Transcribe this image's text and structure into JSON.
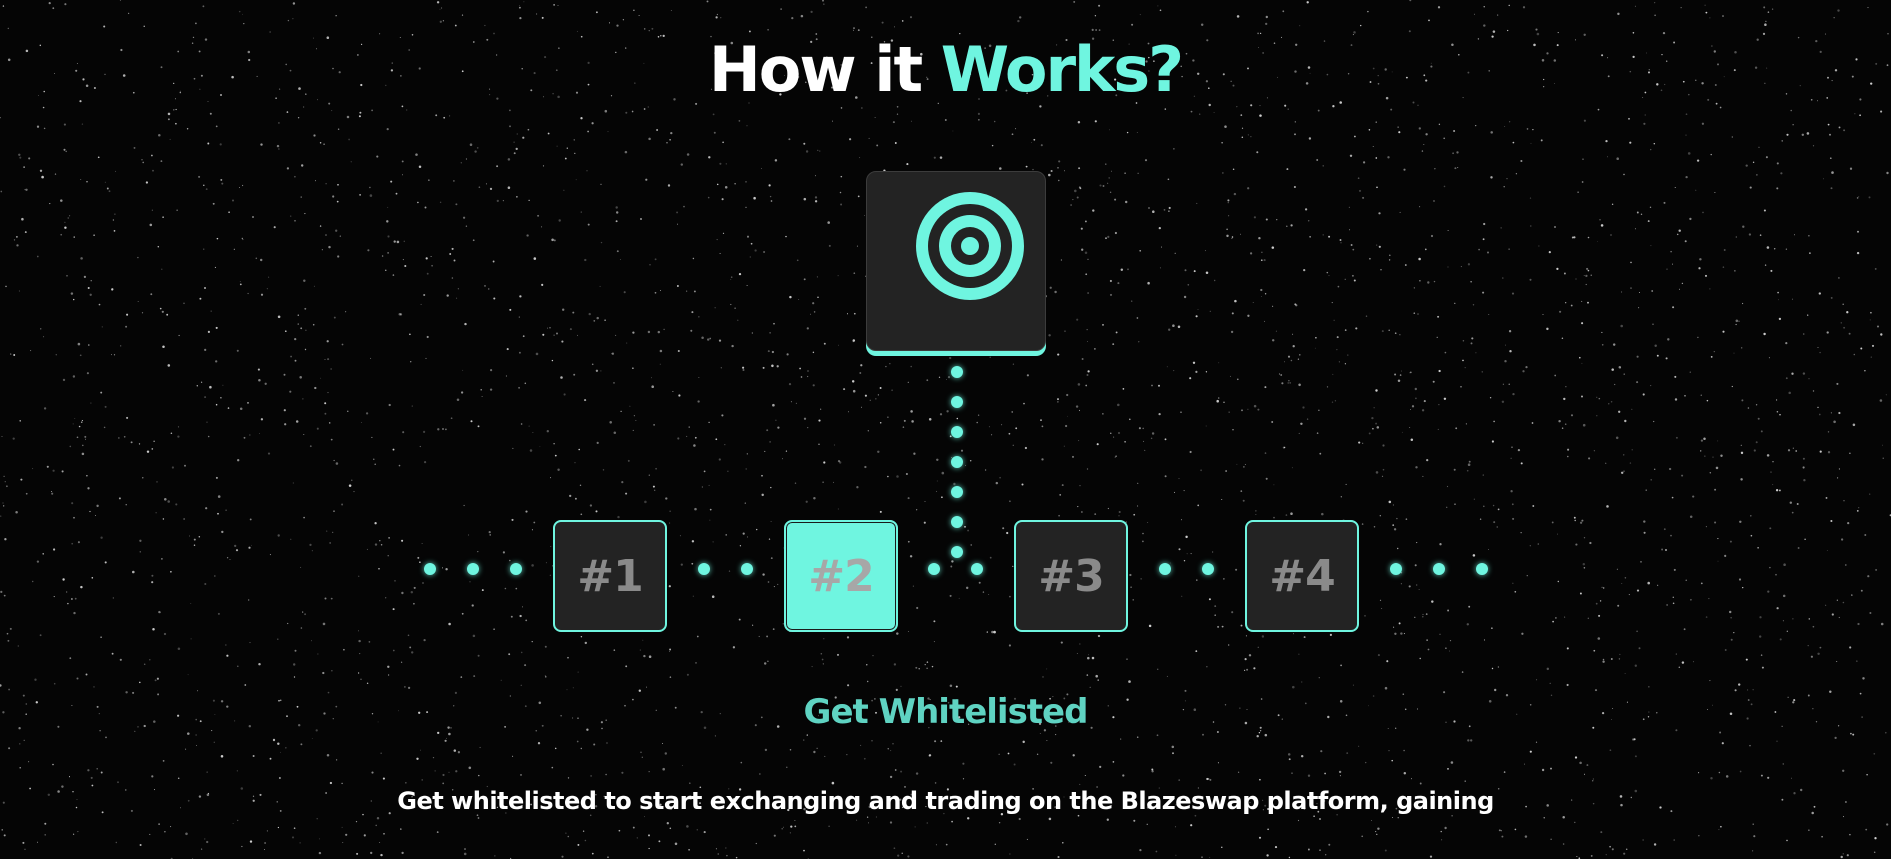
{
  "section": {
    "title_main": "How it ",
    "title_accent": "Works?"
  },
  "colors": {
    "accent": "#6ff5e0",
    "box_bg": "#232323",
    "background": "#050505"
  },
  "icons": {
    "featured": "target-icon"
  },
  "steps": [
    {
      "label": "#1",
      "active": false
    },
    {
      "label": "#2",
      "active": true
    },
    {
      "label": "#3",
      "active": false
    },
    {
      "label": "#4",
      "active": false
    }
  ],
  "active_step": {
    "title": "Get Whitelisted",
    "description": "Get whitelisted to start exchanging and trading on the Blazeswap platform, gaining"
  }
}
